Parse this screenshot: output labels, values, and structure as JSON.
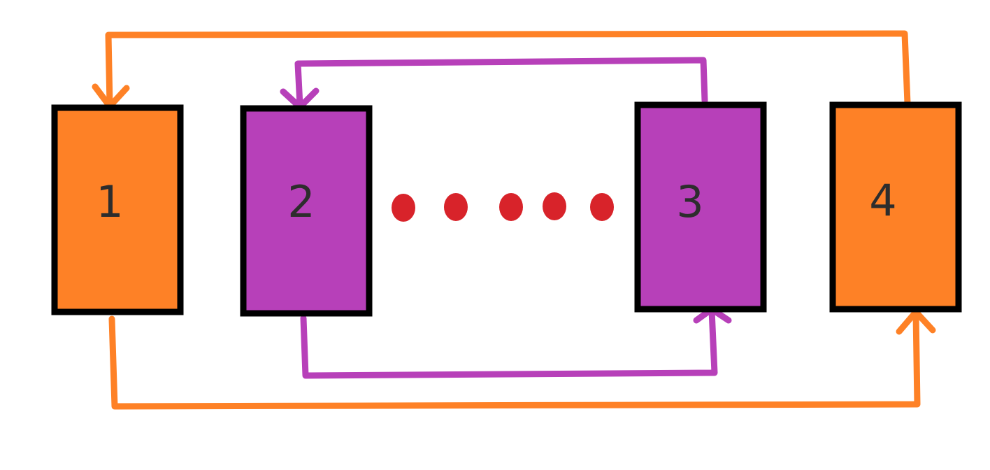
{
  "colors": {
    "orange": "#FE8126",
    "purple": "#B740B9",
    "border": "#000000",
    "dot": "#D8232A",
    "label": "#2D2D2D"
  },
  "boxes": [
    {
      "id": "box-1",
      "label": "1",
      "color": "orange"
    },
    {
      "id": "box-2",
      "label": "2",
      "color": "purple"
    },
    {
      "id": "box-3",
      "label": "3",
      "color": "purple"
    },
    {
      "id": "box-4",
      "label": "4",
      "color": "orange"
    }
  ],
  "connections": [
    {
      "from": "4",
      "to": "1",
      "color": "orange"
    },
    {
      "from": "1",
      "to": "4",
      "color": "orange"
    },
    {
      "from": "3",
      "to": "2",
      "color": "purple"
    },
    {
      "from": "2",
      "to": "3",
      "color": "purple"
    }
  ]
}
